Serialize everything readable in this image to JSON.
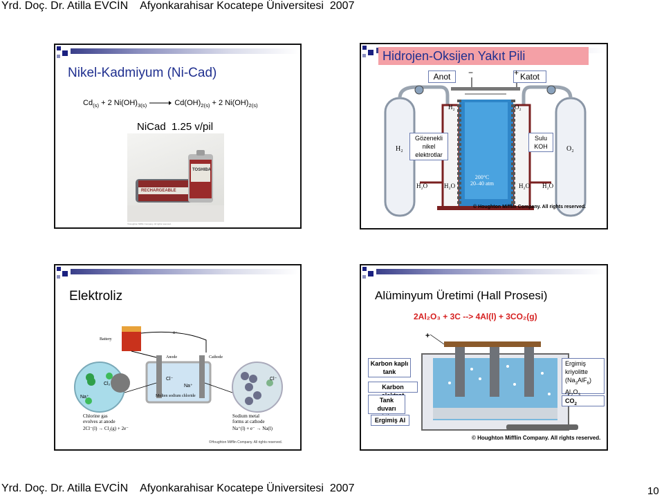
{
  "header": {
    "author": "Yrd. Doç. Dr. Atilla EVCİN",
    "university": "Afyonkarahisar Kocatepe Üniversitesi",
    "year": "2007"
  },
  "footer": {
    "author": "Yrd. Doç. Dr. Atilla EVCİN",
    "university": "Afyonkarahisar Kocatepe Üniversitesi",
    "year": "2007",
    "page_number": "10"
  },
  "slide1": {
    "title": "Nikel-Kadmiyum (Ni-Cad)",
    "equation": {
      "r1": "Cd",
      "r1_state": "(s)",
      "plus1": "+ 2 Ni(OH)",
      "r2_state": "3(s)",
      "p1": "Cd(OH)",
      "p1_state": "2(s)",
      "plus2": "+ 2 Ni(OH)",
      "p2_state": "2(s)"
    },
    "voltage": "NiCad  1.25 v/pil",
    "battery_brand": "TOSHIBA",
    "battery_text": "RECHARGEABLE",
    "copyright": "©Houghton Mifflin Company. All rights reserved."
  },
  "slide2": {
    "title": "Hidrojen-Oksijen Yakıt Pili",
    "anode": "Anot",
    "cathode": "Katot",
    "minus": "−",
    "plus": "+",
    "h2_top": "H₂",
    "o2_top": "O₂",
    "h2_left": "H₂",
    "o2_right": "O₂",
    "h2o_left_in": "H₂O",
    "h2o_left_out": "H₂O",
    "h2o_right_in": "H₂O",
    "h2o_right_out": "H₂O",
    "electrode_label": "Gözenekli nikel elektrotlar",
    "electrolyte_label": "Sulu KOH",
    "condition_temp": "200°C",
    "condition_pressure": "20–40 atm",
    "copyright": "© Houghton Mifflin Company. All rights reserved."
  },
  "slide3": {
    "title": "Elektroliz",
    "battery": "Battery",
    "anode": "Anode",
    "cathode": "Cathode",
    "electron": "e⁻",
    "ions": {
      "cl": "Cl⁻",
      "na": "Na⁺",
      "cl2": "Cl₂"
    },
    "melt_label": "Molten sodium chloride",
    "left_caption_1": "Chlorine gas",
    "left_caption_2": "evolves at anode",
    "left_equation": "2Cl⁻(l) → Cl₂(g) + 2e⁻",
    "right_caption_1": "Sodium metal",
    "right_caption_2": "forms at cathode",
    "right_equation": "Na⁺(l) + e⁻ → Na(l)",
    "copyright": "©Houghton Mifflin Company. All rights reserved."
  },
  "slide4": {
    "title": "Alüminyum Üretimi (Hall Prosesi)",
    "equation": "2Al₂O₃ + 3C --> 4Al(l) + 3CO₂(g)",
    "plus_sign": "+",
    "minus_sign": "−",
    "label_tank": "Karbon kaplı tank",
    "label_electrode": "Karbon elektrot",
    "label_wall": "Tank duvarı yalıtkan",
    "label_al": "Ergimiş Al",
    "label_cryolite_1": "Ergimiş kriyolitte (Na",
    "label_cryolite_sub1": "3",
    "label_cryolite_2": "AlF",
    "label_cryolite_sub2": "6",
    "label_cryolite_3": ")",
    "label_al2o3_1": "Al",
    "label_al2o3_sub1": "2",
    "label_al2o3_2": "O",
    "label_al2o3_sub2": "3",
    "label_co2_1": "CO",
    "label_co2_sub": "2",
    "copyright": "© Houghton Mifflin Company. All rights reserved."
  },
  "colors": {
    "slide_border": "#111111",
    "title_blue": "#1f2f8f",
    "pink_bar": "#f4a0a6",
    "label_border": "#6a7bb0",
    "equation_red": "#d62020"
  }
}
